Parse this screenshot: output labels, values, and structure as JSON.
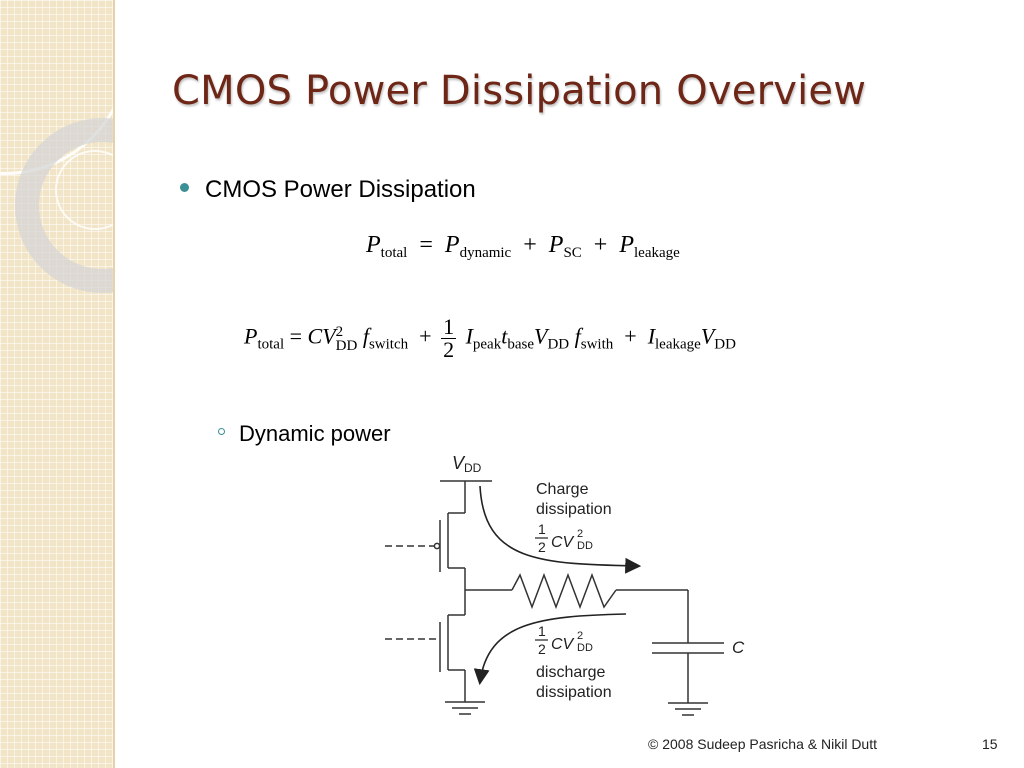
{
  "slide": {
    "title": "CMOS Power Dissipation Overview",
    "bullet": "CMOS Power Dissipation",
    "sub_bullet": "Dynamic power",
    "footer": "© 2008 Sudeep Pasricha  & Nikil Dutt",
    "page_number": "15"
  },
  "equation1": {
    "P": "P",
    "total": "total",
    "eq": "=",
    "dynamic": "dynamic",
    "plus1": "+",
    "SC": "SC",
    "plus2": "+",
    "leakage": "leakage"
  },
  "equation2": {
    "P": "P",
    "total": "total",
    "eq": "= ",
    "CV": "CV",
    "sq": "2",
    "DD": "DD",
    "f": "f",
    "switch": "switch",
    "plus1": "+",
    "num": "1",
    "den": "2",
    "I": "I",
    "peak": "peak",
    "t": "t",
    "base": "base",
    "V": "V",
    "DD2": "DD",
    "f2": "f",
    "swith": "swith",
    "plus2": "+",
    "I2": "I",
    "leakage": "leakage",
    "V2": "V",
    "DD3": "DD"
  },
  "circuit": {
    "vdd_v": "V",
    "vdd_sub": "DD",
    "charge_line1": "Charge",
    "charge_line2": "dissipation",
    "frac_num": "1",
    "frac_den": "2",
    "cv": "CV",
    "sq": "2",
    "dd": "DD",
    "discharge_line1": "discharge",
    "discharge_line2": "dissipation",
    "cap_label": "C"
  },
  "colors": {
    "title": "#6e2617",
    "accent": "#3b8f96",
    "strip": "#f2e4c6"
  }
}
